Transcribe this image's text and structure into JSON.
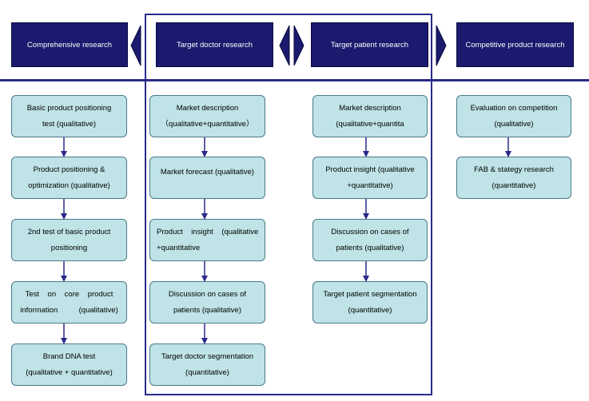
{
  "headers": [
    {
      "label": "Comprehensive research"
    },
    {
      "label": "Target doctor research"
    },
    {
      "label": "Target patient research"
    },
    {
      "label": "Competitive product research"
    }
  ],
  "columns": [
    {
      "boxes": [
        {
          "line1": "Basic product positioning",
          "line2": "test (qualitative)"
        },
        {
          "line1": "Product positioning &",
          "line2": "optimization (qualitative)"
        },
        {
          "line1": "2nd test of basic product",
          "line2": "positioning"
        },
        {
          "line1": "Test    on    core    product",
          "line2": "information          (qualitative)"
        },
        {
          "line1": "Brand DNA test",
          "line2": "(qualitative + quantitative)"
        }
      ]
    },
    {
      "boxes": [
        {
          "line1": "Market description",
          "line2": "（qualitative+quantitative）"
        },
        {
          "line1": "Market forecast (qualitative)",
          "line2": ""
        },
        {
          "line1": "Product    insight    (qualitative",
          "line2": "+quantitative"
        },
        {
          "line1": "Discussion on cases of",
          "line2": "patients (qualitative)"
        },
        {
          "line1": "Target doctor segmentation",
          "line2": "(quantitative)"
        }
      ]
    },
    {
      "boxes": [
        {
          "line1": "Market description",
          "line2": "(qualitative+quantita"
        },
        {
          "line1": "Product insight (qualitative",
          "line2": "+quantitative)"
        },
        {
          "line1": "Discussion on cases of",
          "line2": "patients (qualitative)"
        },
        {
          "line1": "Target patient segmentation",
          "line2": "(quantitative)"
        }
      ]
    },
    {
      "boxes": [
        {
          "line1": "Evaluation on competition",
          "line2": "(qualitative)"
        },
        {
          "line1": "FAB & stategy research",
          "line2": "(quantitative)"
        }
      ]
    }
  ],
  "colors": {
    "header_bg": "#1a1a6e",
    "box_bg": "#bfe3e6",
    "accent": "#2a2a8a"
  }
}
